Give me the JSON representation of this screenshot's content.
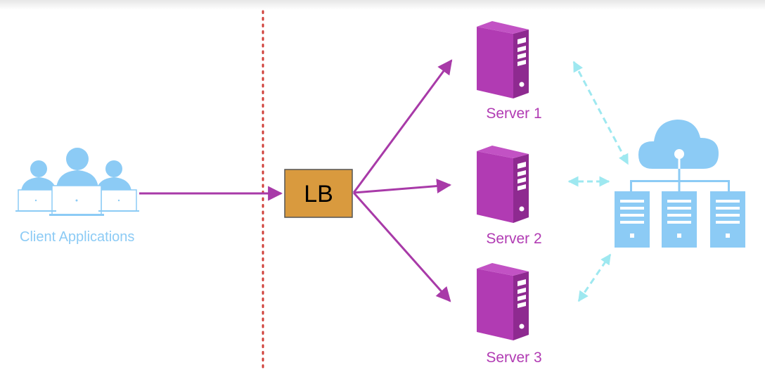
{
  "diagram": {
    "client_label": "Client Applications",
    "lb_label": "LB",
    "servers": [
      {
        "label": "Server 1"
      },
      {
        "label": "Server 2"
      },
      {
        "label": "Server 3"
      }
    ]
  },
  "colors": {
    "client": "#8ccbf5",
    "server": "#b13bb3",
    "arrow": "#a83aa8",
    "lb_fill": "#d99a3e",
    "lb_border": "#555555",
    "divider": "#d0403a",
    "db_link": "#9ee8f0",
    "data_center": "#8ccbf5"
  },
  "icons": {
    "clients": "users-at-laptops-icon",
    "server": "server-tower-icon",
    "data_center": "cloud-servers-icon"
  }
}
